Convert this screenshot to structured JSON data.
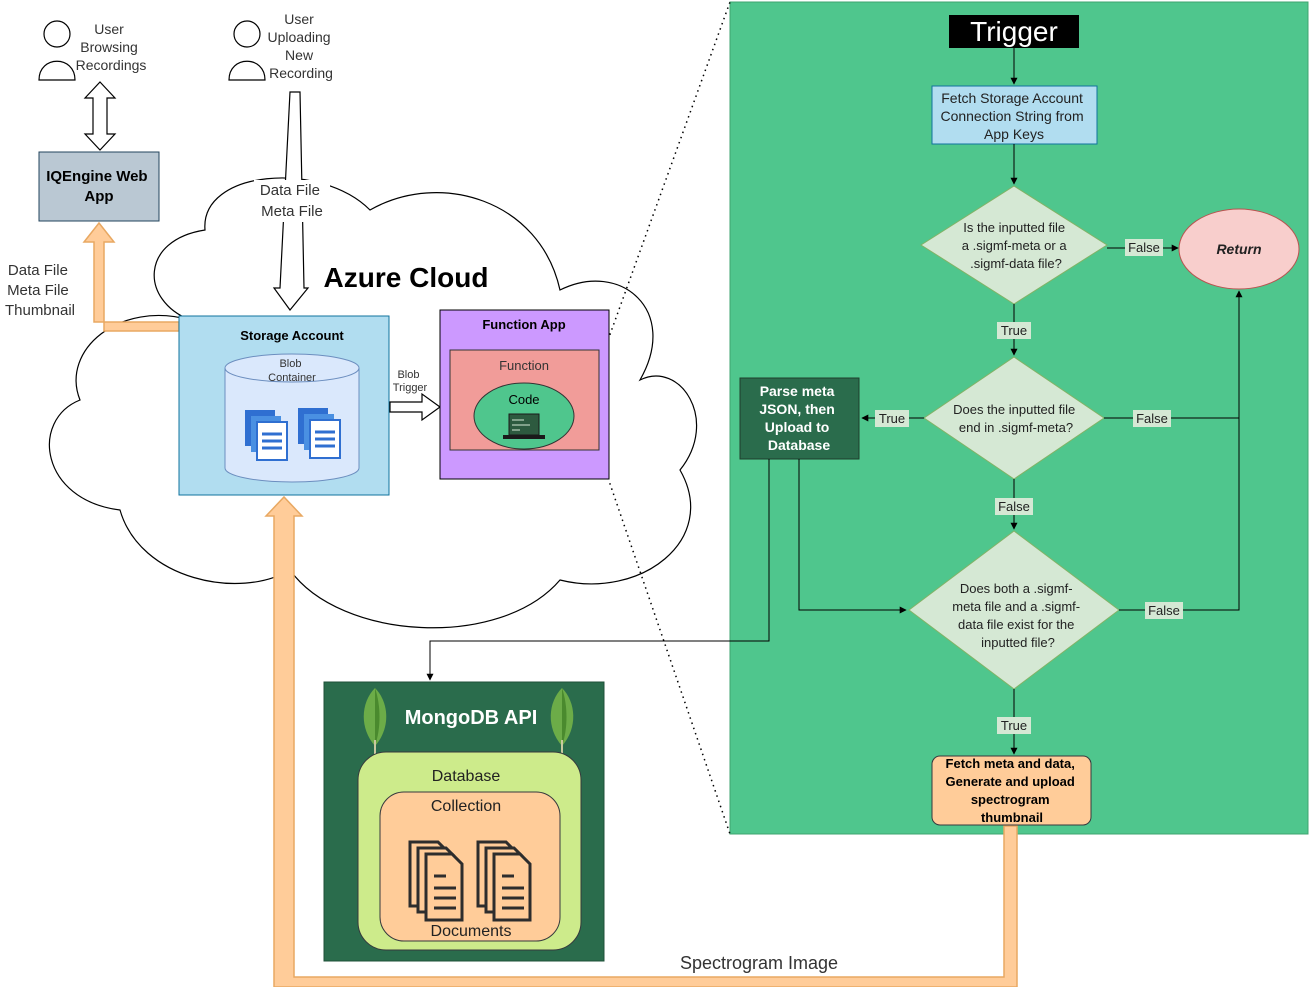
{
  "actors": {
    "browsing": [
      "User",
      "Browsing",
      "Recordings"
    ],
    "uploading": [
      "User",
      "Uploading",
      "New",
      "Recording"
    ]
  },
  "webapp": {
    "lines": [
      "IQEngine Web",
      "App"
    ]
  },
  "cloud": {
    "title": "Azure Cloud",
    "upload_files": [
      "Data File",
      "Meta File"
    ],
    "outbound_files": [
      "Data File",
      "Meta File",
      "Thumbnail"
    ]
  },
  "storage": {
    "title": "Storage Account",
    "container": [
      "Blob",
      "Container"
    ]
  },
  "blob_trigger": [
    "Blob",
    "Trigger"
  ],
  "function_app": {
    "title": "Function App",
    "function": "Function",
    "code": "Code"
  },
  "mongo": {
    "title": "MongoDB API",
    "database": "Database",
    "collection": "Collection",
    "documents": "Documents"
  },
  "spectrogram_label": "Spectrogram Image",
  "flow": {
    "trigger": "Trigger",
    "fetch_conn": [
      "Fetch Storage Account",
      "Connection String from",
      "App Keys"
    ],
    "q1": [
      "Is the inputted file",
      "a .sigmf-meta or a",
      ".sigmf-data file?"
    ],
    "q2": [
      "Does the inputted file",
      "end in .sigmf-meta?"
    ],
    "q3": [
      "Does both a .sigmf-",
      "meta file and a .sigmf-",
      "data file exist for the",
      "inputted file?"
    ],
    "return": "Return",
    "parse": [
      "Parse meta",
      "JSON, then",
      "Upload to",
      "Database"
    ],
    "fetch_gen": [
      "Fetch meta and data,",
      "Generate and upload",
      "spectrogram",
      "thumbnail"
    ],
    "true_label": "True",
    "false_label": "False"
  },
  "colors": {
    "panel": "#4fc68d",
    "diamond": "#d5e8d4",
    "dark_green": "#2a6c4c",
    "storage": "#b1ddf0",
    "function_app": "#cc99ff",
    "function": "#f19c99",
    "code": "#4fc68d",
    "return": "#f8cecc",
    "orange_fill": "#ffcc99",
    "orange_stroke": "#e8a862",
    "database": "#cdeb8b",
    "webapp": "#bac8d3"
  }
}
